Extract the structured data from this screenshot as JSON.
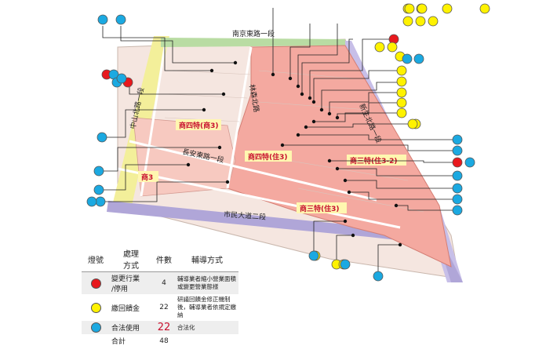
{
  "colors": {
    "red": "#e8191e",
    "yellow": "#fff200",
    "blue": "#1ba9e1",
    "zone_fill": "#f4a9a0",
    "park_green": "#b9dca3",
    "road_band": "#b0a6d8",
    "side_band": "#f3ef9a"
  },
  "roads": {
    "nanjing_e1": "南京東路一段",
    "linsen_n": "林森北路",
    "zhongshan_n": "中山北路一段",
    "xinsheng_n": "新生北路一段",
    "changan_e1": "長安東路一段",
    "civic_blvd2": "市民大道二段"
  },
  "zones": {
    "commercial4_commercial3": "商四特(商3)",
    "commercial4_residential3": "商四特(住3)",
    "commercial3_residential3_2": "商三特(住3-2)",
    "commercial3": "商3",
    "commercial3_residential3": "商三特(住3)"
  },
  "legend": {
    "headers": {
      "lamp": "燈號",
      "method": "處理\n方式",
      "count": "件數",
      "guidance": "輔導方式"
    },
    "rows": [
      {
        "color_key": "red",
        "method": "變更行業\n/停用",
        "count": "4",
        "guidance": "輔導業者縮小營業面積或變更營業態樣"
      },
      {
        "color_key": "yellow",
        "method": "繳回饋金",
        "count": "22",
        "guidance": "研議回饋金修正機制後，輔導業者依規定繳納"
      },
      {
        "color_key": "blue",
        "method": "合法使用",
        "count": "22",
        "guidance": "合法化"
      }
    ],
    "total_label": "合計",
    "total_count": "48"
  },
  "markers": [
    {
      "color": "red"
    },
    {
      "color": "red"
    },
    {
      "color": "red"
    },
    {
      "color": "red"
    },
    {
      "color": "yellow"
    },
    {
      "color": "yellow"
    },
    {
      "color": "yellow"
    },
    {
      "color": "yellow"
    },
    {
      "color": "yellow"
    },
    {
      "color": "yellow"
    },
    {
      "color": "yellow"
    },
    {
      "color": "yellow"
    },
    {
      "color": "yellow"
    },
    {
      "color": "yellow"
    },
    {
      "color": "yellow"
    },
    {
      "color": "yellow"
    },
    {
      "color": "yellow"
    },
    {
      "color": "yellow"
    },
    {
      "color": "yellow"
    },
    {
      "color": "yellow"
    },
    {
      "color": "yellow"
    },
    {
      "color": "yellow"
    },
    {
      "color": "yellow"
    },
    {
      "color": "yellow"
    },
    {
      "color": "yellow"
    },
    {
      "color": "yellow"
    },
    {
      "color": "blue"
    },
    {
      "color": "blue"
    },
    {
      "color": "blue"
    },
    {
      "color": "blue"
    },
    {
      "color": "blue"
    },
    {
      "color": "blue"
    },
    {
      "color": "blue"
    },
    {
      "color": "blue"
    },
    {
      "color": "blue"
    },
    {
      "color": "blue"
    },
    {
      "color": "blue"
    },
    {
      "color": "blue"
    },
    {
      "color": "blue"
    },
    {
      "color": "blue"
    },
    {
      "color": "blue"
    },
    {
      "color": "blue"
    },
    {
      "color": "blue"
    },
    {
      "color": "blue"
    },
    {
      "color": "blue"
    },
    {
      "color": "blue"
    },
    {
      "color": "blue"
    },
    {
      "color": "blue"
    }
  ]
}
